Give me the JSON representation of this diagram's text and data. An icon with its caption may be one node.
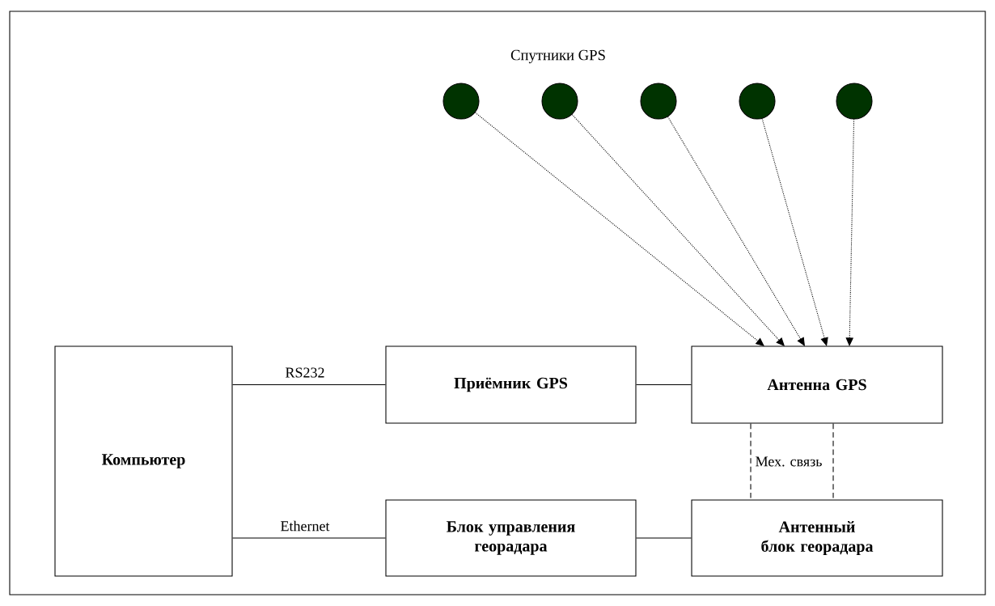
{
  "diagram": {
    "nodes": [
      {
        "text": [
          "Компьютер"
        ]
      },
      {
        "text": [
          "Приёмник GPS"
        ]
      },
      {
        "text": [
          "Антенна GPS"
        ]
      },
      {
        "text": [
          "Блок управления георадара"
        ]
      },
      {
        "text": [
          "Антенный блок георадара"
        ]
      },
      {
        "text": [],
        "shape": "circle"
      },
      {
        "text": [],
        "shape": "circle"
      },
      {
        "text": [],
        "shape": "circle"
      },
      {
        "text": [],
        "shape": "circle"
      },
      {
        "text": [],
        "shape": "circle"
      }
    ],
    "edges": [
      {
        "from": 0,
        "to": 1,
        "arrow": "none",
        "label": "RS232"
      },
      {
        "from": 1,
        "to": 2,
        "arrow": "none"
      },
      {
        "from": 0,
        "to": 3,
        "arrow": "none",
        "label": "Ethernet"
      },
      {
        "from": 3,
        "to": 4,
        "arrow": "none"
      },
      {
        "from": 5,
        "to": 2,
        "arrow": "to",
        "style": "dashed"
      },
      {
        "from": 6,
        "to": 2,
        "arrow": "to",
        "style": "dashed"
      },
      {
        "from": 7,
        "to": 2,
        "arrow": "to",
        "style": "dashed"
      },
      {
        "from": 8,
        "to": 2,
        "arrow": "to",
        "style": "dashed"
      },
      {
        "from": 9,
        "to": 2,
        "arrow": "to",
        "style": "dashed"
      },
      {
        "from": 2,
        "to": 4,
        "arrow": "none",
        "style": "dashed",
        "label": "Мех. связь"
      },
      {
        "from": 2,
        "to": 4,
        "arrow": "none",
        "style": "dashed"
      }
    ],
    "labels": [
      "Спутники GPS"
    ]
  }
}
